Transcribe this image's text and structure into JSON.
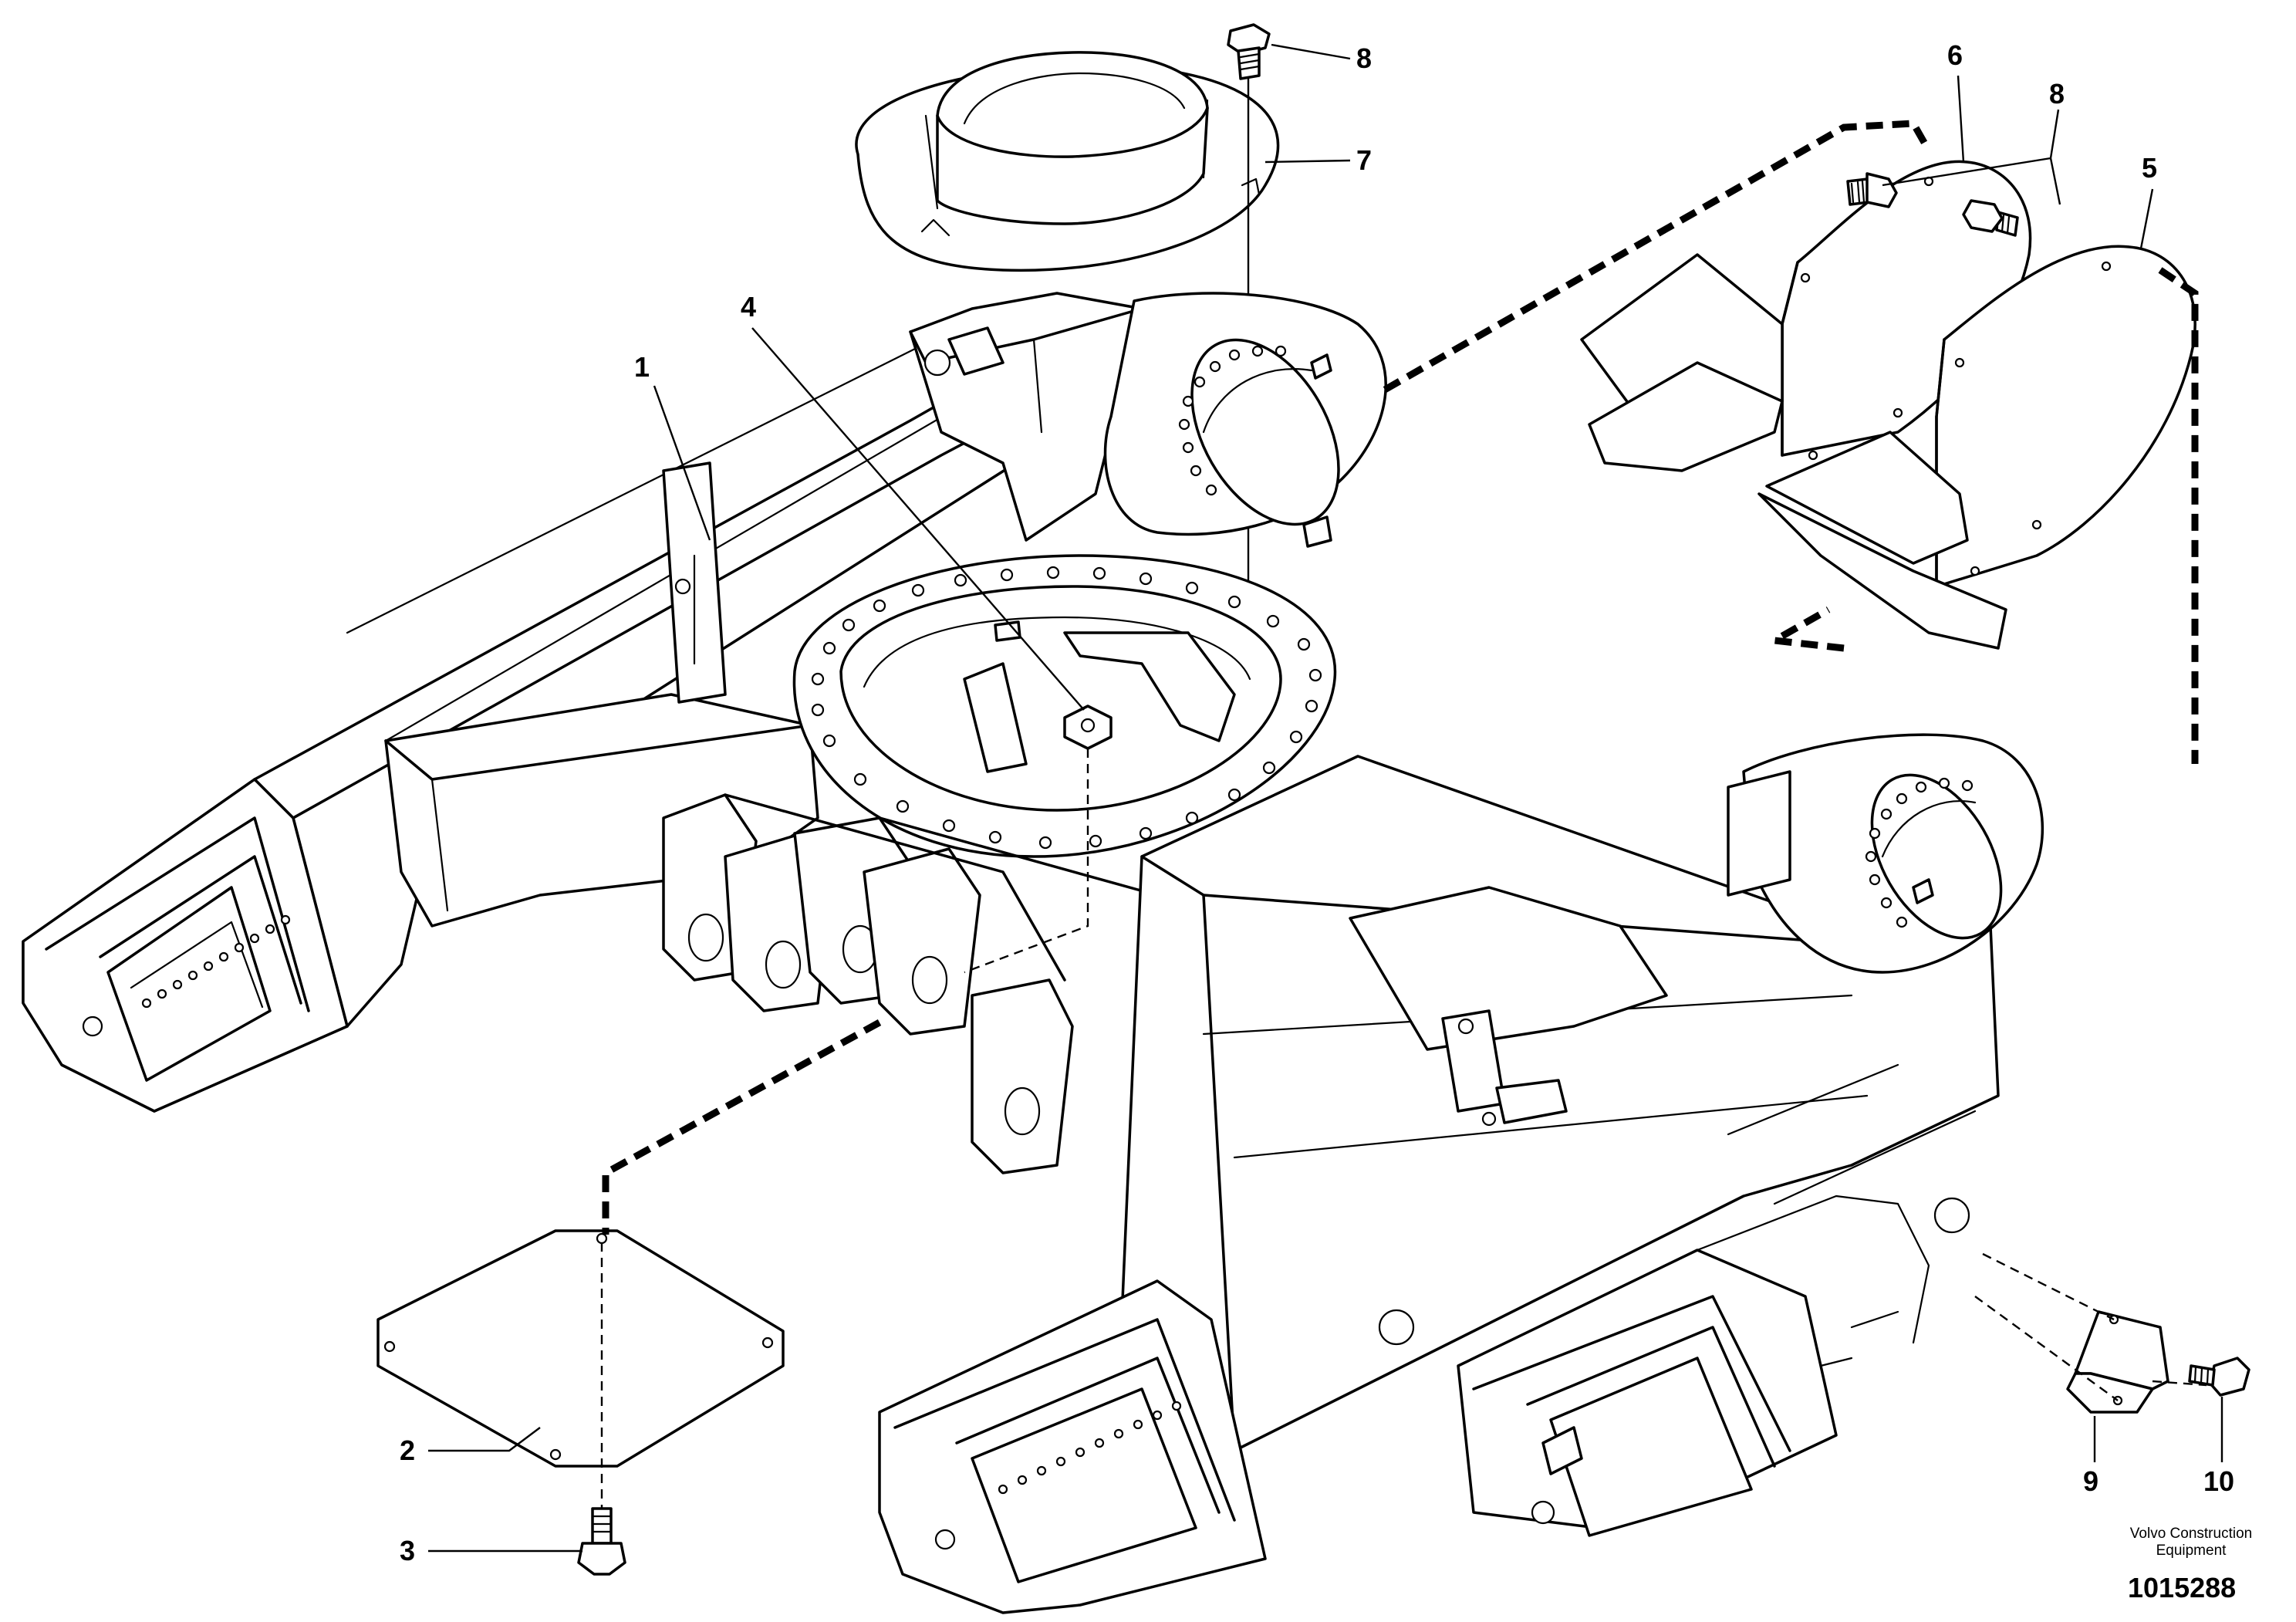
{
  "callouts": [
    {
      "id": "1",
      "label": "1",
      "part": "undercarriage-frame"
    },
    {
      "id": "2",
      "label": "2",
      "part": "bottom-plate"
    },
    {
      "id": "3",
      "label": "3",
      "part": "bottom-plate-bolt"
    },
    {
      "id": "4",
      "label": "4",
      "part": "nut"
    },
    {
      "id": "5",
      "label": "5",
      "part": "cover-right"
    },
    {
      "id": "6",
      "label": "6",
      "part": "cover-left"
    },
    {
      "id": "7",
      "label": "7",
      "part": "swivel-cover-ring"
    },
    {
      "id": "8a",
      "label": "8",
      "part": "bolt-top"
    },
    {
      "id": "8b",
      "label": "8",
      "part": "bolt-cover"
    },
    {
      "id": "9",
      "label": "9",
      "part": "guard-plate"
    },
    {
      "id": "10",
      "label": "10",
      "part": "guard-bolt"
    }
  ],
  "brand": {
    "line1": "Volvo Construction",
    "line2": "Equipment"
  },
  "part_number": "1015288"
}
